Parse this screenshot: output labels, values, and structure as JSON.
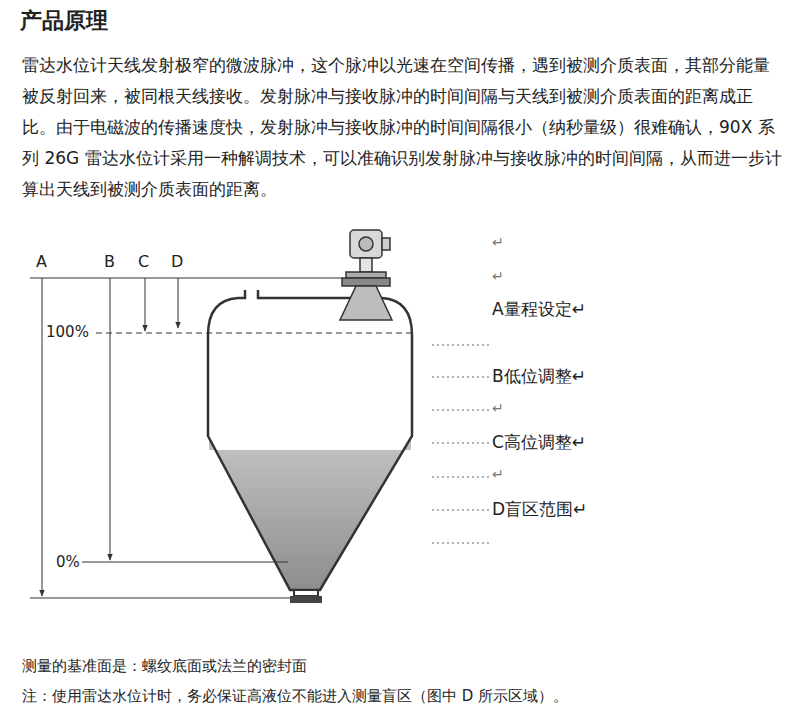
{
  "diagram": {
    "title": "产品原理",
    "labels": [
      "雷达水位计天线发射极窄的微波脉冲，这个脉冲以光速在空间传播，遇到被测介质表面，其部分能量被反射回来，被同根天线接收。发射脉冲与接收脉冲的时间间隔与天线到被测介质表面的距离成正比。由于电磁波的传播速度快，发射脉冲与接收脉冲的时间间隔很小（纳秒量级）很难确认，90X 系列 26G 雷达水位计采用一种解调技术，可以准确识别发射脉冲与接收脉冲的时间间隔，从而进一步计算出天线到被测介质表面的距离。",
      "A",
      "B",
      "C",
      "D",
      "100%",
      "0%",
      "↵",
      "↵",
      "A量程设定↵",
      "B低位调整↵",
      "↵",
      "C高位调整↵",
      "↵",
      "D盲区范围↵",
      "测量的基准面是：螺纹底面或法兰的密封面",
      "注：使用雷达水位计时，务必保证高液位不能进入测量盲区（图中 D 所示区域）。"
    ]
  }
}
